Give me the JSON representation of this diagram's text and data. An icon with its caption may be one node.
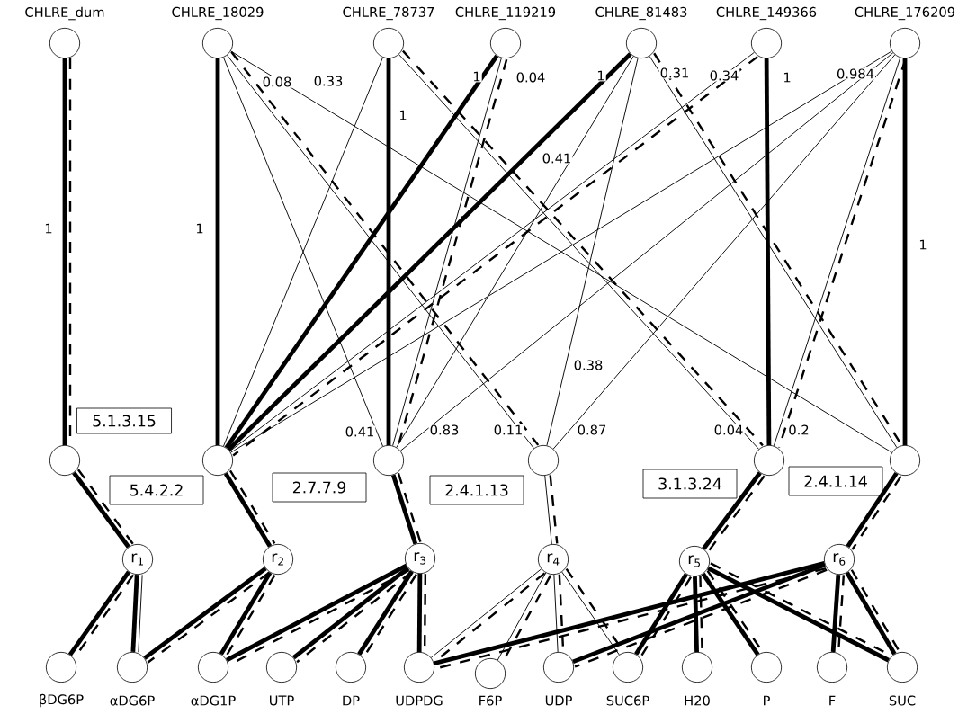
{
  "diagram": {
    "nodes": [
      {
        "text": [
          "CHLRE_dum"
        ]
      },
      {
        "text": [
          "CHLRE_18029"
        ]
      },
      {
        "text": [
          "CHLRE_78737"
        ]
      },
      {
        "text": [
          "CHLRE_119219"
        ]
      },
      {
        "text": [
          "CHLRE_81483"
        ]
      },
      {
        "text": [
          "CHLRE_149366"
        ]
      },
      {
        "text": [
          "CHLRE_176209"
        ]
      },
      {
        "text": [],
        "shape": "circle"
      },
      {
        "text": [],
        "shape": "circle"
      },
      {
        "text": [],
        "shape": "circle"
      },
      {
        "text": [],
        "shape": "circle"
      },
      {
        "text": [],
        "shape": "circle"
      },
      {
        "text": [],
        "shape": "circle"
      },
      {
        "text": [
          "5.1.3.15"
        ]
      },
      {
        "text": [
          "5.4.2.2"
        ]
      },
      {
        "text": [
          "2.7.7.9"
        ]
      },
      {
        "text": [
          "2.4.1.13"
        ]
      },
      {
        "text": [
          "3.1.3.24"
        ]
      },
      {
        "text": [
          "2.4.1.14"
        ]
      },
      {
        "text": [
          "r$_{1}$"
        ]
      },
      {
        "text": [
          "r$_{2}$"
        ]
      },
      {
        "text": [
          "r$_{3}$"
        ]
      },
      {
        "text": [
          "r$_{4}$"
        ]
      },
      {
        "text": [
          "r$_{5}$"
        ]
      },
      {
        "text": [
          "r$_{6}$"
        ]
      },
      {
        "text": [
          "βDG6P"
        ]
      },
      {
        "text": [
          "αDG6P"
        ]
      },
      {
        "text": [
          "αDG1P"
        ]
      },
      {
        "text": [
          "UTP"
        ]
      },
      {
        "text": [
          "DP"
        ]
      },
      {
        "text": [
          "UDPDG"
        ]
      },
      {
        "text": [
          "F6P"
        ]
      },
      {
        "text": [
          "UDP"
        ]
      },
      {
        "text": [
          "SUC6P"
        ]
      },
      {
        "text": [
          "H20"
        ]
      },
      {
        "text": [
          "P"
        ]
      },
      {
        "text": [
          "F"
        ]
      },
      {
        "text": [
          "SUC"
        ]
      }
    ],
    "edges": [
      {
        "from": 0,
        "to": 7,
        "arrow": "none",
        "style": "thick"
      },
      {
        "from": 0,
        "to": 7,
        "arrow": "none",
        "style": "dashed"
      },
      {
        "from": 1,
        "to": 8,
        "arrow": "none",
        "style": "thick"
      },
      {
        "from": 1,
        "to": 9,
        "arrow": "none"
      },
      {
        "from": 1,
        "to": 10,
        "arrow": "none"
      },
      {
        "from": 1,
        "to": 10,
        "arrow": "none",
        "style": "dashed"
      },
      {
        "from": 1,
        "to": 12,
        "arrow": "none"
      },
      {
        "from": 2,
        "to": 9,
        "arrow": "none",
        "style": "thick"
      },
      {
        "from": 2,
        "to": 8,
        "arrow": "none"
      },
      {
        "from": 2,
        "to": 11,
        "arrow": "none"
      },
      {
        "from": 2,
        "to": 11,
        "arrow": "none",
        "style": "dashed"
      },
      {
        "from": 3,
        "to": 8,
        "arrow": "none",
        "style": "thick"
      },
      {
        "from": 3,
        "to": 9,
        "arrow": "none"
      },
      {
        "from": 3,
        "to": 9,
        "arrow": "none",
        "style": "dashed"
      },
      {
        "from": 4,
        "to": 8,
        "arrow": "none",
        "style": "thick"
      },
      {
        "from": 4,
        "to": 9,
        "arrow": "none"
      },
      {
        "from": 4,
        "to": 10,
        "arrow": "none"
      },
      {
        "from": 4,
        "to": 12,
        "arrow": "none"
      },
      {
        "from": 4,
        "to": 12,
        "arrow": "none",
        "style": "dashed"
      },
      {
        "from": 5,
        "to": 11,
        "arrow": "none",
        "style": "thick"
      },
      {
        "from": 5,
        "to": 8,
        "arrow": "none"
      },
      {
        "from": 5,
        "to": 8,
        "arrow": "none",
        "style": "dashed"
      },
      {
        "from": 6,
        "to": 12,
        "arrow": "none",
        "style": "thick"
      },
      {
        "from": 6,
        "to": 8,
        "arrow": "none"
      },
      {
        "from": 6,
        "to": 9,
        "arrow": "none"
      },
      {
        "from": 6,
        "to": 10,
        "arrow": "none"
      },
      {
        "from": 6,
        "to": 11,
        "arrow": "none"
      },
      {
        "from": 6,
        "to": 11,
        "arrow": "none",
        "style": "dashed"
      },
      {
        "from": 7,
        "to": 19,
        "arrow": "none",
        "style": "thick"
      },
      {
        "from": 7,
        "to": 19,
        "arrow": "none",
        "style": "dashed"
      },
      {
        "from": 8,
        "to": 20,
        "arrow": "none",
        "style": "thick"
      },
      {
        "from": 8,
        "to": 20,
        "arrow": "none",
        "style": "dashed"
      },
      {
        "from": 9,
        "to": 21,
        "arrow": "none",
        "style": "thick"
      },
      {
        "from": 9,
        "to": 21,
        "arrow": "none",
        "style": "dashed"
      },
      {
        "from": 10,
        "to": 22,
        "arrow": "none"
      },
      {
        "from": 10,
        "to": 22,
        "arrow": "none",
        "style": "dashed"
      },
      {
        "from": 11,
        "to": 23,
        "arrow": "none",
        "style": "thick"
      },
      {
        "from": 11,
        "to": 23,
        "arrow": "none",
        "style": "dashed"
      },
      {
        "from": 12,
        "to": 24,
        "arrow": "none",
        "style": "thick"
      },
      {
        "from": 12,
        "to": 24,
        "arrow": "none",
        "style": "dashed"
      },
      {
        "from": 19,
        "to": 25,
        "arrow": "none",
        "style": "thick"
      },
      {
        "from": 19,
        "to": 25,
        "arrow": "none",
        "style": "dashed"
      },
      {
        "from": 19,
        "to": 26,
        "arrow": "none",
        "style": "thick"
      },
      {
        "from": 19,
        "to": 26,
        "arrow": "none"
      },
      {
        "from": 20,
        "to": 26,
        "arrow": "none",
        "style": "thick"
      },
      {
        "from": 20,
        "to": 26,
        "arrow": "none",
        "style": "dashed"
      },
      {
        "from": 20,
        "to": 27,
        "arrow": "none",
        "style": "thick"
      },
      {
        "from": 20,
        "to": 27,
        "arrow": "none",
        "style": "dashed"
      },
      {
        "from": 21,
        "to": 27,
        "arrow": "none",
        "style": "thick"
      },
      {
        "from": 21,
        "to": 27,
        "arrow": "none",
        "style": "dashed"
      },
      {
        "from": 21,
        "to": 28,
        "arrow": "none",
        "style": "thick"
      },
      {
        "from": 21,
        "to": 28,
        "arrow": "none",
        "style": "dashed"
      },
      {
        "from": 21,
        "to": 29,
        "arrow": "none",
        "style": "thick"
      },
      {
        "from": 21,
        "to": 29,
        "arrow": "none",
        "style": "dashed"
      },
      {
        "from": 21,
        "to": 30,
        "arrow": "none",
        "style": "thick"
      },
      {
        "from": 21,
        "to": 30,
        "arrow": "none",
        "style": "dashed"
      },
      {
        "from": 22,
        "to": 30,
        "arrow": "none"
      },
      {
        "from": 22,
        "to": 30,
        "arrow": "none",
        "style": "dashed"
      },
      {
        "from": 22,
        "to": 31,
        "arrow": "none"
      },
      {
        "from": 22,
        "to": 31,
        "arrow": "none",
        "style": "dashed"
      },
      {
        "from": 22,
        "to": 32,
        "arrow": "none"
      },
      {
        "from": 22,
        "to": 32,
        "arrow": "none",
        "style": "dashed"
      },
      {
        "from": 22,
        "to": 33,
        "arrow": "none"
      },
      {
        "from": 22,
        "to": 33,
        "arrow": "none",
        "style": "dashed"
      },
      {
        "from": 23,
        "to": 33,
        "arrow": "none",
        "style": "thick"
      },
      {
        "from": 23,
        "to": 33,
        "arrow": "none",
        "style": "dashed"
      },
      {
        "from": 23,
        "to": 34,
        "arrow": "none",
        "style": "thick"
      },
      {
        "from": 23,
        "to": 34,
        "arrow": "none",
        "style": "dashed"
      },
      {
        "from": 23,
        "to": 35,
        "arrow": "none",
        "style": "thick"
      },
      {
        "from": 23,
        "to": 35,
        "arrow": "none",
        "style": "dashed"
      },
      {
        "from": 23,
        "to": 37,
        "arrow": "none",
        "style": "thick"
      },
      {
        "from": 23,
        "to": 37,
        "arrow": "none",
        "style": "dashed"
      },
      {
        "from": 24,
        "to": 30,
        "arrow": "none",
        "style": "thick"
      },
      {
        "from": 24,
        "to": 30,
        "arrow": "none",
        "style": "dashed"
      },
      {
        "from": 24,
        "to": 32,
        "arrow": "none",
        "style": "thick"
      },
      {
        "from": 24,
        "to": 32,
        "arrow": "none",
        "style": "dashed"
      },
      {
        "from": 24,
        "to": 36,
        "arrow": "none",
        "style": "thick"
      },
      {
        "from": 24,
        "to": 36,
        "arrow": "none",
        "style": "dashed"
      },
      {
        "from": 24,
        "to": 37,
        "arrow": "none",
        "style": "thick"
      },
      {
        "from": 24,
        "to": 37,
        "arrow": "none",
        "style": "dashed"
      }
    ],
    "labels": [
      "0.08",
      "0.33",
      "1",
      "0.04",
      "1",
      "0.31",
      "0.34",
      "1",
      "0.984",
      "1",
      "0.41",
      "1",
      "1",
      "1",
      "0.38",
      "0.41",
      "0.83",
      "0.11",
      "0.87",
      "0.04",
      "0.2"
    ]
  }
}
